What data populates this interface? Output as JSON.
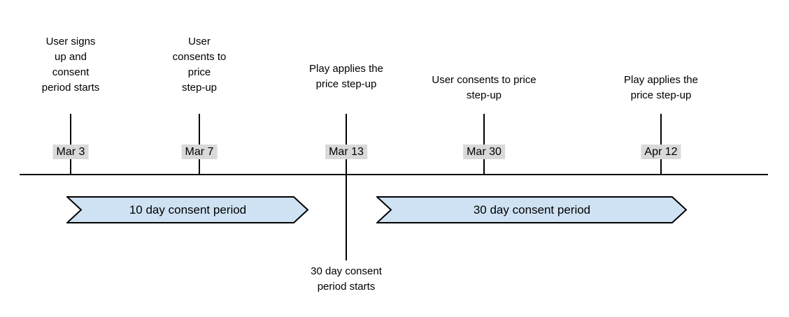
{
  "colors": {
    "background": "#ffffff",
    "line": "#000000",
    "text": "#000000",
    "date_chip_bg": "#d9d9d9",
    "banner_fill": "#cfe2f3",
    "banner_border": "#000000"
  },
  "events": [
    {
      "date": "Mar 3",
      "label": "User signs\nup and\nconsent\nperiod starts"
    },
    {
      "date": "Mar 7",
      "label": "User\nconsents to\nprice\nstep-up"
    },
    {
      "date": "Mar 13",
      "label": "Play applies the\nprice step-up"
    },
    {
      "date": "Mar 30",
      "label": "User consents to price\nstep-up"
    },
    {
      "date": "Apr 12",
      "label": "Play applies the\nprice step-up"
    }
  ],
  "periods": [
    {
      "label": "10 day consent period"
    },
    {
      "label": "30 day consent period"
    }
  ],
  "annotation": {
    "label": "30 day consent\nperiod starts"
  }
}
